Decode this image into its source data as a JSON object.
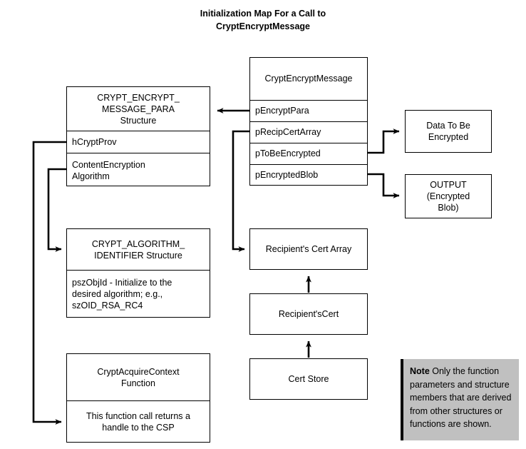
{
  "title": {
    "line1": "Initialization Map For a Call to",
    "line2": "CryptEncryptMessage"
  },
  "function_box": {
    "header": "CryptEncryptMessage",
    "params": [
      "pEncryptPara",
      "pRecipCertArray",
      "pToBeEncrypted",
      "pEncryptedBlob"
    ]
  },
  "encrypt_para_struct": {
    "header_line1": "CRYPT_ENCRYPT_",
    "header_line2": "MESSAGE_PARA",
    "header_line3": "Structure",
    "member1": "hCryptProv",
    "member2_line1": "ContentEncryption",
    "member2_line2": "Algorithm"
  },
  "algorithm_identifier_struct": {
    "header_line1": "CRYPT_ALGORITHM_",
    "header_line2": "IDENTIFIER Structure",
    "body_line1": "pszObjId - Initialize  to the",
    "body_line2": "desired algorithm; e.g.,",
    "body_line3": "szOID_RSA_RC4"
  },
  "acquire_context_box": {
    "header_line1": "CryptAcquireContext",
    "header_line2": "Function",
    "body_line1": "This function call returns a",
    "body_line2": "handle to the CSP"
  },
  "data_to_be_encrypted": {
    "line1": "Data To Be",
    "line2": "Encrypted"
  },
  "output_box": {
    "line1": "OUTPUT",
    "line2": "(Encrypted",
    "line3": "Blob)"
  },
  "recipient_cert_array": {
    "label": "Recipient's Cert Array"
  },
  "recipient_cert": {
    "label": "Recipient'sCert"
  },
  "cert_store": {
    "label": "Cert Store"
  },
  "note": {
    "bold_label": "Note",
    "text": " Only the function parameters and structure members that are derived from other structures or functions are shown."
  },
  "colors": {
    "background": "#ffffff",
    "stroke": "#000000",
    "note_background": "#c0c0c0"
  }
}
